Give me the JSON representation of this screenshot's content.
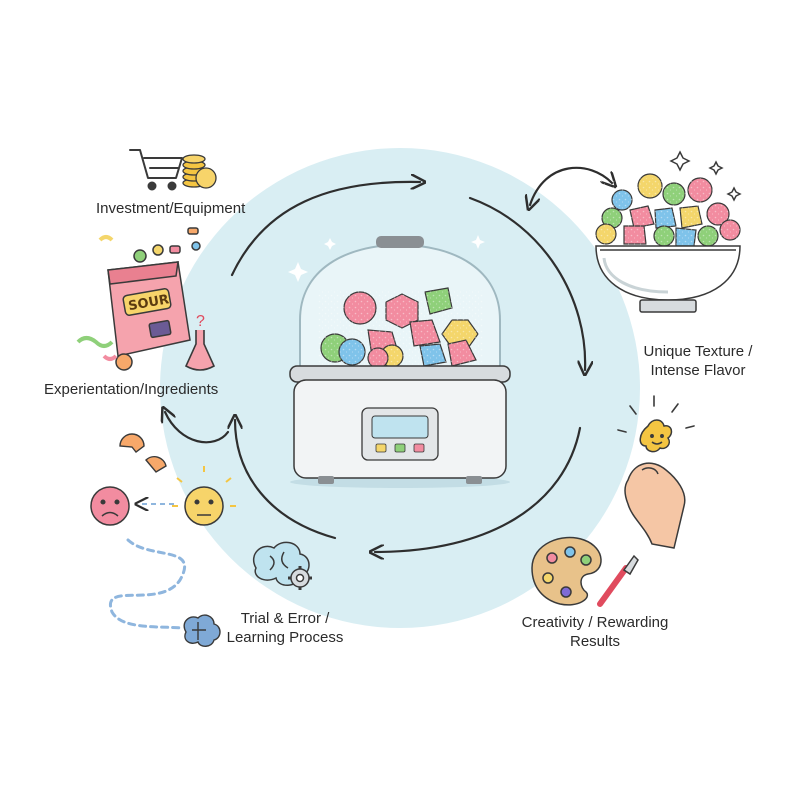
{
  "labels": {
    "investment": "Investment/Equipment",
    "experimentation": "Experientation/Ingredients",
    "trial_error_line1": "Trial & Error /",
    "trial_error_line2": "Learning Process",
    "creativity_line1": "Creativity / Rewarding",
    "creativity_line2": "Results",
    "texture_line1": "Unique Texture /",
    "texture_line2": "Intense Flavor"
  },
  "bag_text": "SOUR",
  "colors": {
    "halo": "#d9eef3",
    "outline": "#3a3a3a",
    "arrow": "#2e2e2e",
    "candy_pink": "#f28ca0",
    "candy_green": "#8fd07a",
    "candy_blue": "#7fc3ea",
    "candy_yellow": "#f4d66b",
    "candy_orange": "#f7a86a",
    "path_dots": "#8fb6de"
  },
  "icons": [
    "shopping-cart-icon",
    "coin-stack-icon",
    "sour-candy-bag-icon",
    "flask-icon",
    "candy-bowl-icon",
    "sparkle-icon",
    "freeze-dryer-icon",
    "hand-holding-candy-icon",
    "paint-palette-icon",
    "paintbrush-icon",
    "brain-gear-icon",
    "brain-icon",
    "sad-face-icon",
    "neutral-face-icon",
    "broken-candy-icon"
  ]
}
